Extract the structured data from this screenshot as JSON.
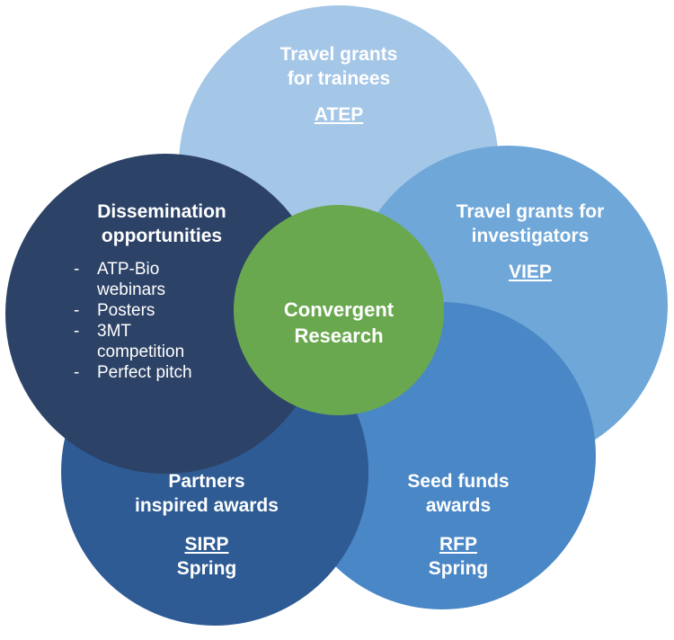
{
  "diagram": {
    "trainees": {
      "title_line1": "Travel grants",
      "title_line2": "for trainees",
      "code": "ATEP"
    },
    "investigators": {
      "title_line1": "Travel grants for",
      "title_line2": "investigators",
      "code": "VIEP"
    },
    "seed": {
      "title_line1": "Seed funds",
      "title_line2": "awards",
      "code": "RFP",
      "season": "Spring"
    },
    "partners": {
      "title_line1": "Partners",
      "title_line2": "inspired awards",
      "code": "SIRP",
      "season": "Spring"
    },
    "dissemination": {
      "title_line1": "Dissemination",
      "title_line2": "opportunities",
      "items": [
        {
          "dash": "-",
          "lines": [
            "ATP-Bio",
            "webinars"
          ]
        },
        {
          "dash": "-",
          "lines": [
            "Posters"
          ]
        },
        {
          "dash": "-",
          "lines": [
            "3MT",
            "competition"
          ]
        },
        {
          "dash": "-",
          "lines": [
            "Perfect pitch"
          ]
        }
      ]
    },
    "center": {
      "title_line1": "Convergent",
      "title_line2": "Research"
    },
    "colors": {
      "trainees": "#a4c6e7",
      "investigators": "#6fa7d9",
      "seed": "#4a87c6",
      "partners": "#2e5b94",
      "dissemination": "#2c4266",
      "center": "#6aa84f"
    }
  }
}
